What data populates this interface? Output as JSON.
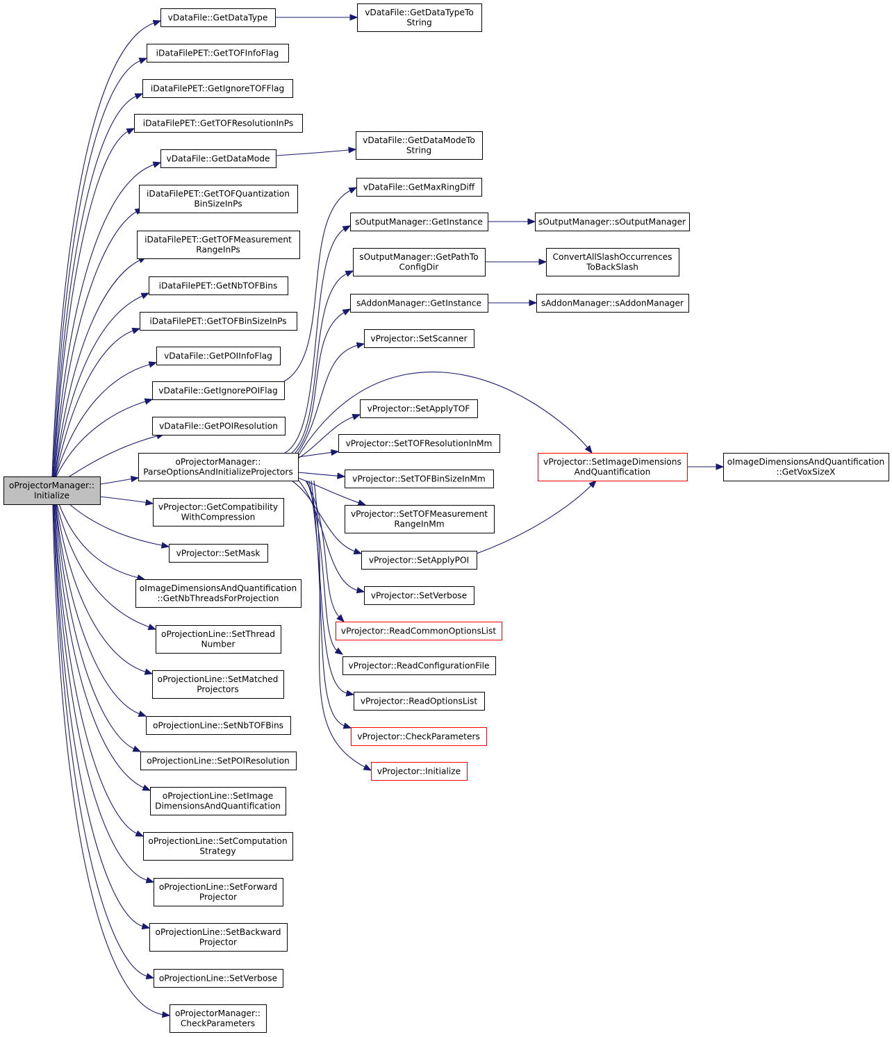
{
  "diagram": {
    "edge_color": "#191970",
    "root_fill": "#bfbfbf",
    "incomplete_border_color": "#ff0000",
    "nodes": [
      {
        "id": "root",
        "lines": [
          "oProjectorManager::",
          "Initialize"
        ]
      },
      {
        "id": "getdatatype",
        "lines": [
          "vDataFile::GetDataType"
        ]
      },
      {
        "id": "getdatatypetostring",
        "lines": [
          "vDataFile::GetDataTypeTo",
          "String"
        ]
      },
      {
        "id": "gettofinfoflag",
        "lines": [
          "iDataFilePET::GetTOFInfoFlag"
        ]
      },
      {
        "id": "getignoretofflag",
        "lines": [
          "iDataFilePET::GetIgnoreTOFFlag"
        ]
      },
      {
        "id": "gettofresolution",
        "lines": [
          "iDataFilePET::GetTOFResolutionInPs"
        ]
      },
      {
        "id": "getdatamode",
        "lines": [
          "vDataFile::GetDataMode"
        ]
      },
      {
        "id": "getdatamodetostring",
        "lines": [
          "vDataFile::GetDataModeTo",
          "String"
        ]
      },
      {
        "id": "gettofquant",
        "lines": [
          "iDataFilePET::GetTOFQuantization",
          "BinSizeInPs"
        ]
      },
      {
        "id": "gettofmeas",
        "lines": [
          "iDataFilePET::GetTOFMeasurement",
          "RangeInPs"
        ]
      },
      {
        "id": "getnbtofbins",
        "lines": [
          "iDataFilePET::GetNbTOFBins"
        ]
      },
      {
        "id": "gettofbinsize",
        "lines": [
          "iDataFilePET::GetTOFBinSizeInPs"
        ]
      },
      {
        "id": "getpoiinfoflag",
        "lines": [
          "vDataFile::GetPOIInfoFlag"
        ]
      },
      {
        "id": "getignorepoiflag",
        "lines": [
          "vDataFile::GetIgnorePOIFlag"
        ]
      },
      {
        "id": "getpoiresolution",
        "lines": [
          "vDataFile::GetPOIResolution"
        ]
      },
      {
        "id": "parseoptions",
        "lines": [
          "oProjectorManager::",
          "ParseOptionsAndInitializeProjectors"
        ]
      },
      {
        "id": "getcompat",
        "lines": [
          "vProjector::GetCompatibility",
          "WithCompression"
        ]
      },
      {
        "id": "setmask",
        "lines": [
          "vProjector::SetMask"
        ]
      },
      {
        "id": "getnbthreads",
        "lines": [
          "oImageDimensionsAndQuantification",
          "::GetNbThreadsForProjection"
        ]
      },
      {
        "id": "plsetthread",
        "lines": [
          "oProjectionLine::SetThread",
          "Number"
        ]
      },
      {
        "id": "plsetmatched",
        "lines": [
          "oProjectionLine::SetMatched",
          "Projectors"
        ]
      },
      {
        "id": "plsetnbtofbins",
        "lines": [
          "oProjectionLine::SetNbTOFBins"
        ]
      },
      {
        "id": "plsetpoires",
        "lines": [
          "oProjectionLine::SetPOIResolution"
        ]
      },
      {
        "id": "plsetimage",
        "lines": [
          "oProjectionLine::SetImage",
          "DimensionsAndQuantification"
        ]
      },
      {
        "id": "plsetcomp",
        "lines": [
          "oProjectionLine::SetComputation",
          "Strategy"
        ]
      },
      {
        "id": "plsetforward",
        "lines": [
          "oProjectionLine::SetForward",
          "Projector"
        ]
      },
      {
        "id": "plsetbackward",
        "lines": [
          "oProjectionLine::SetBackward",
          "Projector"
        ]
      },
      {
        "id": "plsetverbose",
        "lines": [
          "oProjectionLine::SetVerbose"
        ]
      },
      {
        "id": "pmcheck",
        "lines": [
          "oProjectorManager::",
          "CheckParameters"
        ]
      },
      {
        "id": "getmaxringdiff",
        "lines": [
          "vDataFile::GetMaxRingDiff"
        ]
      },
      {
        "id": "omgetinstance",
        "lines": [
          "sOutputManager::GetInstance"
        ]
      },
      {
        "id": "somctor",
        "lines": [
          "sOutputManager::sOutputManager"
        ]
      },
      {
        "id": "getpathtoconfig",
        "lines": [
          "sOutputManager::GetPathTo",
          "ConfigDir"
        ]
      },
      {
        "id": "convertslash",
        "lines": [
          "ConvertAllSlashOccurrences",
          "ToBackSlash"
        ]
      },
      {
        "id": "amgetinstance",
        "lines": [
          "sAddonManager::GetInstance"
        ]
      },
      {
        "id": "samctor",
        "lines": [
          "sAddonManager::sAddonManager"
        ]
      },
      {
        "id": "setscanner",
        "lines": [
          "vProjector::SetScanner"
        ]
      },
      {
        "id": "setapplytof",
        "lines": [
          "vProjector::SetApplyTOF"
        ]
      },
      {
        "id": "settofres",
        "lines": [
          "vProjector::SetTOFResolutionInMm"
        ]
      },
      {
        "id": "settofbin",
        "lines": [
          "vProjector::SetTOFBinSizeInMm"
        ]
      },
      {
        "id": "settofmeas",
        "lines": [
          "vProjector::SetTOFMeasurement",
          "RangeInMm"
        ]
      },
      {
        "id": "setapplypoi",
        "lines": [
          "vProjector::SetApplyPOI"
        ]
      },
      {
        "id": "setverbose",
        "lines": [
          "vProjector::SetVerbose"
        ]
      },
      {
        "id": "readcommon",
        "lines": [
          "vProjector::ReadCommonOptionsList"
        ]
      },
      {
        "id": "readconfig",
        "lines": [
          "vProjector::ReadConfigurationFile"
        ]
      },
      {
        "id": "readoptions",
        "lines": [
          "vProjector::ReadOptionsList"
        ]
      },
      {
        "id": "checkparams",
        "lines": [
          "vProjector::CheckParameters"
        ]
      },
      {
        "id": "vinit",
        "lines": [
          "vProjector::Initialize"
        ]
      },
      {
        "id": "setimagedims",
        "lines": [
          "vProjector::SetImageDimensions",
          "AndQuantification"
        ]
      },
      {
        "id": "getvoxsize",
        "lines": [
          "oImageDimensionsAndQuantification",
          "::GetVoxSizeX"
        ]
      }
    ]
  }
}
